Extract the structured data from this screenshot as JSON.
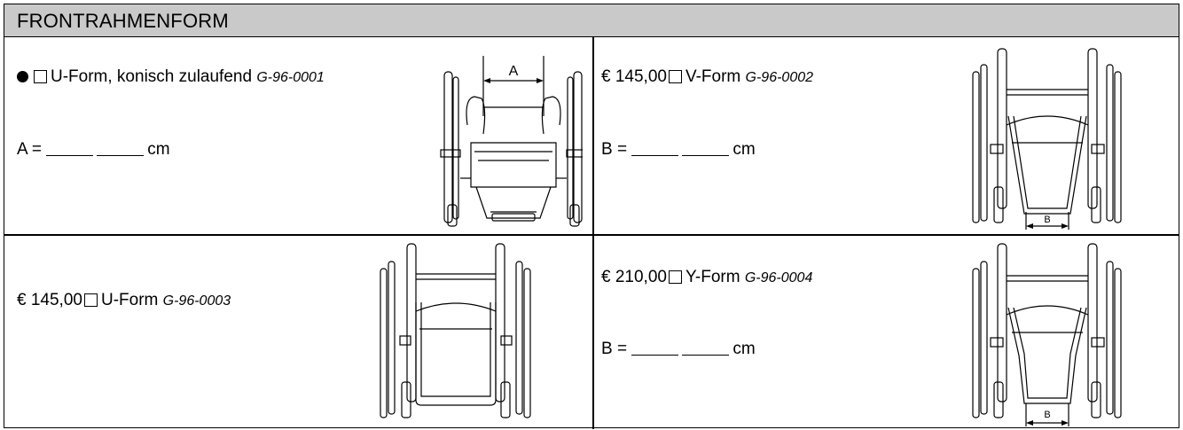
{
  "header": {
    "title": "FRONTRAHMENFORM"
  },
  "options": [
    {
      "price": "",
      "label": "U-Form, konisch zulaufend",
      "code": "G-96-0001",
      "measure_label": "A =",
      "unit": "cm",
      "dimension_letter": "A",
      "selected": true
    },
    {
      "price": "€ 145,00",
      "label": "V-Form",
      "code": "G-96-0002",
      "measure_label": "B =",
      "unit": "cm",
      "dimension_letter": "B"
    },
    {
      "price": "€ 145,00",
      "label": "U-Form",
      "code": "G-96-0003"
    },
    {
      "price": "€ 210,00",
      "label": "Y-Form",
      "code": "G-96-0004",
      "measure_label": "B =",
      "unit": "cm",
      "dimension_letter": "B"
    }
  ]
}
